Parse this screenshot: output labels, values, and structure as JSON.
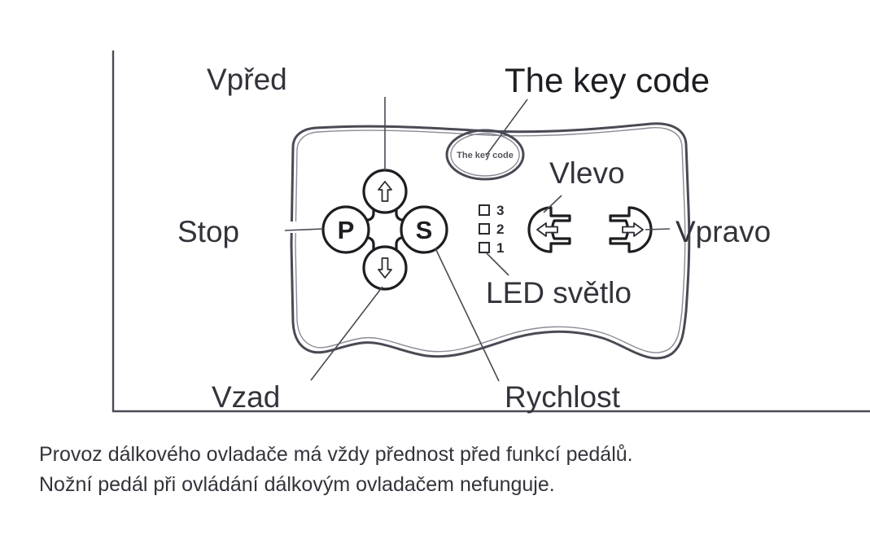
{
  "figure": {
    "heading_en": "The key code",
    "keycode_oval_text": "The key code",
    "labels": {
      "forward": "Vpřed",
      "stop": "Stop",
      "backward": "Vzad",
      "speed": "Rychlost",
      "left": "Vlevo",
      "right": "Vpravo",
      "led": "LED světlo"
    },
    "buttons": {
      "pause_glyph": "P",
      "speed_glyph": "S",
      "up_glyph": "⇧",
      "down_glyph": "⇩",
      "left_glyph": "⇦",
      "right_glyph": "⇨"
    },
    "led_indicators": [
      "3",
      "2",
      "1"
    ]
  },
  "caption": {
    "line1": "Provoz dálkového ovladače má vždy přednost před funkcí pedálů.",
    "line2": "Nožní pedál při ovládání dálkovým ovladačem nefunguje."
  },
  "colors": {
    "ink": "#33333c",
    "outline": "#4a4a55",
    "background": "#ffffff"
  }
}
